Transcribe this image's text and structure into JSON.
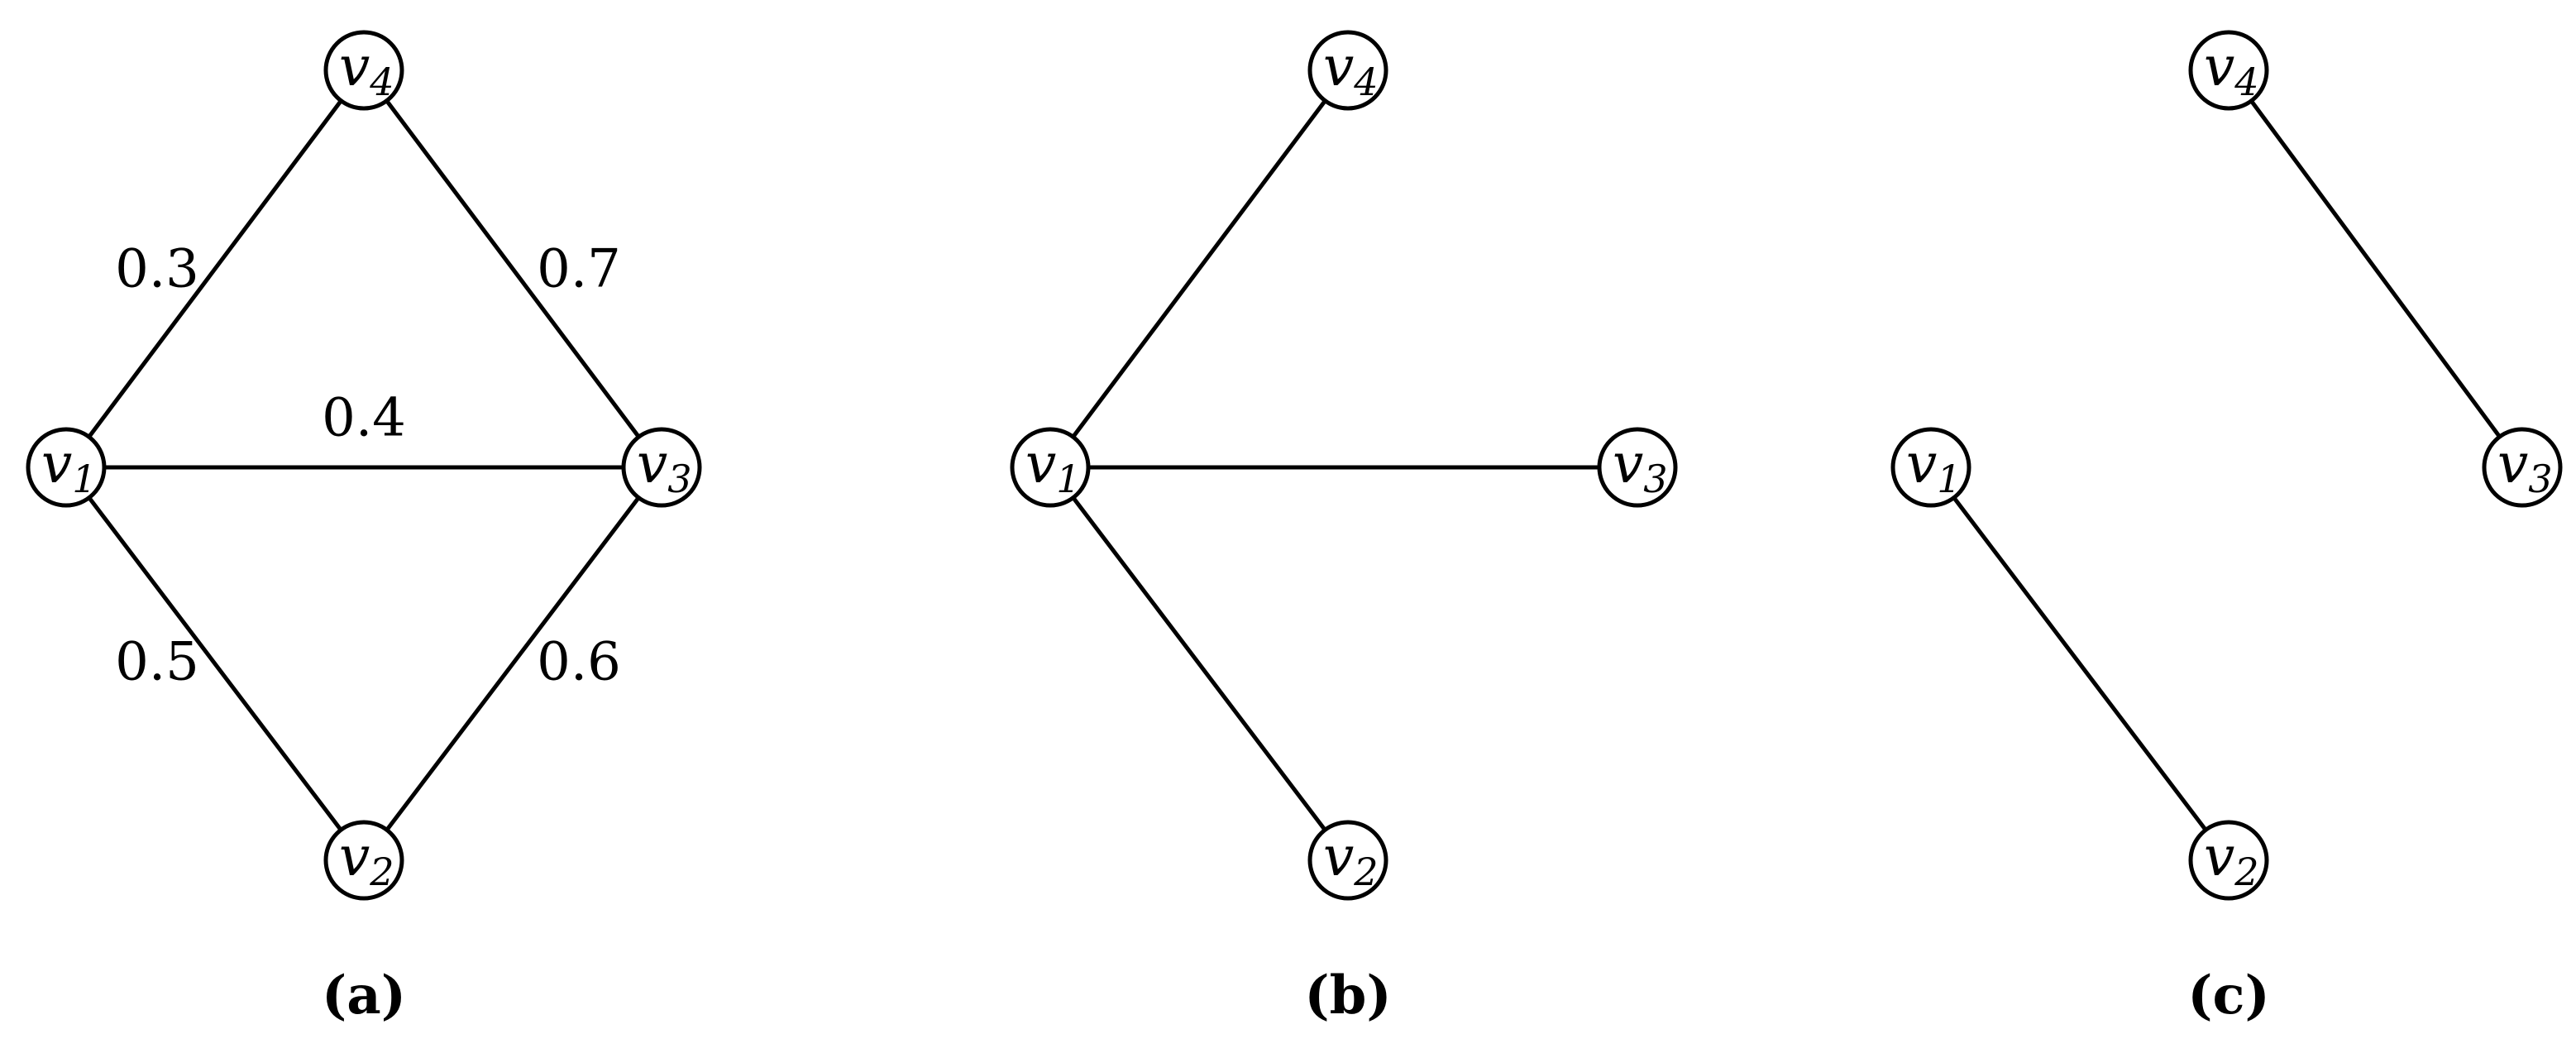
{
  "panels": [
    {
      "label": "(a)",
      "nodes": [
        {
          "id": "v1",
          "var": "v",
          "sub": "1"
        },
        {
          "id": "v2",
          "var": "v",
          "sub": "2"
        },
        {
          "id": "v3",
          "var": "v",
          "sub": "3"
        },
        {
          "id": "v4",
          "var": "v",
          "sub": "4"
        }
      ],
      "edges": [
        {
          "from": "v1",
          "to": "v4",
          "weight": "0.3"
        },
        {
          "from": "v4",
          "to": "v3",
          "weight": "0.7"
        },
        {
          "from": "v1",
          "to": "v3",
          "weight": "0.4"
        },
        {
          "from": "v1",
          "to": "v2",
          "weight": "0.5"
        },
        {
          "from": "v2",
          "to": "v3",
          "weight": "0.6"
        }
      ]
    },
    {
      "label": "(b)",
      "nodes": [
        {
          "id": "v1",
          "var": "v",
          "sub": "1"
        },
        {
          "id": "v2",
          "var": "v",
          "sub": "2"
        },
        {
          "id": "v3",
          "var": "v",
          "sub": "3"
        },
        {
          "id": "v4",
          "var": "v",
          "sub": "4"
        }
      ],
      "edges": [
        {
          "from": "v1",
          "to": "v4"
        },
        {
          "from": "v1",
          "to": "v3"
        },
        {
          "from": "v1",
          "to": "v2"
        }
      ]
    },
    {
      "label": "(c)",
      "nodes": [
        {
          "id": "v1",
          "var": "v",
          "sub": "1"
        },
        {
          "id": "v2",
          "var": "v",
          "sub": "2"
        },
        {
          "id": "v3",
          "var": "v",
          "sub": "3"
        },
        {
          "id": "v4",
          "var": "v",
          "sub": "4"
        }
      ],
      "edges": [
        {
          "from": "v4",
          "to": "v3"
        },
        {
          "from": "v1",
          "to": "v2"
        }
      ]
    }
  ]
}
